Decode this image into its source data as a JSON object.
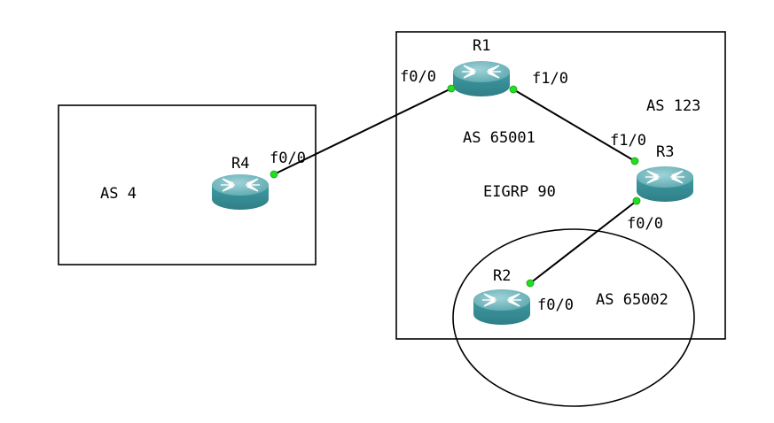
{
  "diagram": {
    "regions": {
      "as4": "AS 4",
      "as123": "AS 123",
      "as65001": "AS 65001",
      "eigrp": "EIGRP 90",
      "as65002": "AS 65002"
    },
    "routers": {
      "r1": "R1",
      "r2": "R2",
      "r3": "R3",
      "r4": "R4"
    },
    "ports": {
      "r1_f00": "f0/0",
      "r1_f10": "f1/0",
      "r3_f10": "f1/0",
      "r3_f00": "f0/0",
      "r2_f00": "f0/0",
      "r4_f00": "f0/0"
    },
    "colors": {
      "router_top": "#5aa6ad",
      "router_side": "#3d8f97",
      "port_dot": "#22dd22",
      "line": "#000000"
    },
    "icons": {
      "router": "router-icon"
    }
  }
}
